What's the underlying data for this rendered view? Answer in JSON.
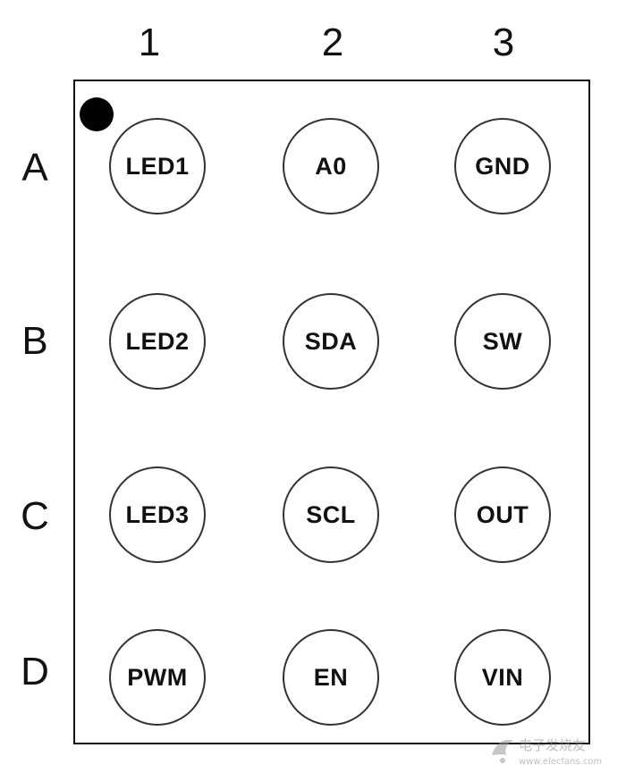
{
  "columns": [
    "1",
    "2",
    "3"
  ],
  "rows": [
    "A",
    "B",
    "C",
    "D"
  ],
  "pins": [
    [
      "LED1",
      "A0",
      "GND"
    ],
    [
      "LED2",
      "SDA",
      "SW"
    ],
    [
      "LED3",
      "SCL",
      "OUT"
    ],
    [
      "PWM",
      "EN",
      "VIN"
    ]
  ],
  "watermark": {
    "text": "电子发烧友",
    "url": "www.elecfans.com"
  },
  "colors": {
    "outline": "#111111",
    "ball_stroke": "#333333",
    "pin1_marker": "#000000"
  }
}
